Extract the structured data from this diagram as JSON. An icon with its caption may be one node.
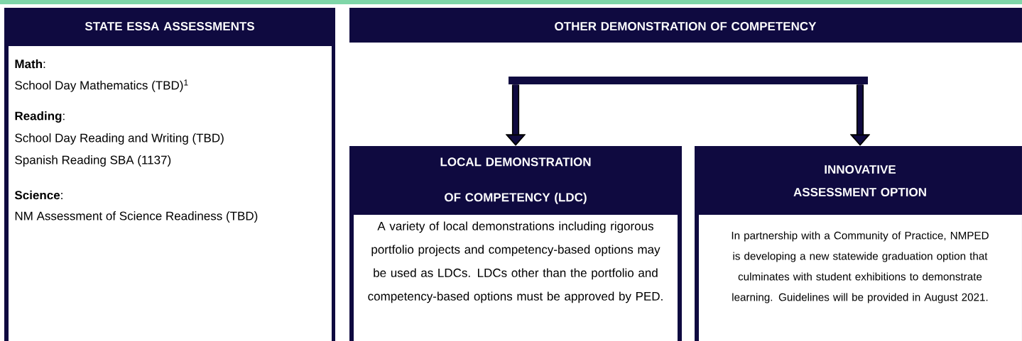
{
  "diagram": {
    "nodes": [
      {
        "text": [
          "STATE ESSA ASSESSMENTS",
          "**Math**:",
          "School Day Mathematics (TBD)$^{1}$",
          "**Reading**:",
          "School Day Reading and Writing (TBD)",
          "Spanish Reading SBA (1137)",
          "**Science**:",
          "NM Assessment of Science Readiness (TBD)"
        ]
      },
      {
        "text": [
          "OTHER DEMONSTRATION OF COMPETENCY"
        ]
      },
      {
        "text": [],
        "shape": "bar"
      },
      {
        "text": [
          "LOCAL DEMONSTRATION OF COMPETENCY (LDC)",
          "A variety of local demonstrations including rigorous portfolio projects and competency-based options may be used as LDCs.  LDCs other than the portfolio and competency-based options must be approved by PED."
        ]
      },
      {
        "text": [
          "INNOVATIVE ASSESSMENT OPTION",
          "In partnership with a Community of Practice, NMPED is developing a new statewide graduation option that culminates with student exhibitions to demonstrate learning. Guidelines will be  provided in August 2021."
        ]
      }
    ],
    "edges": [
      {
        "from": 2,
        "to": 3,
        "arrow": "to"
      },
      {
        "from": 2,
        "to": 4,
        "arrow": "to"
      }
    ]
  }
}
